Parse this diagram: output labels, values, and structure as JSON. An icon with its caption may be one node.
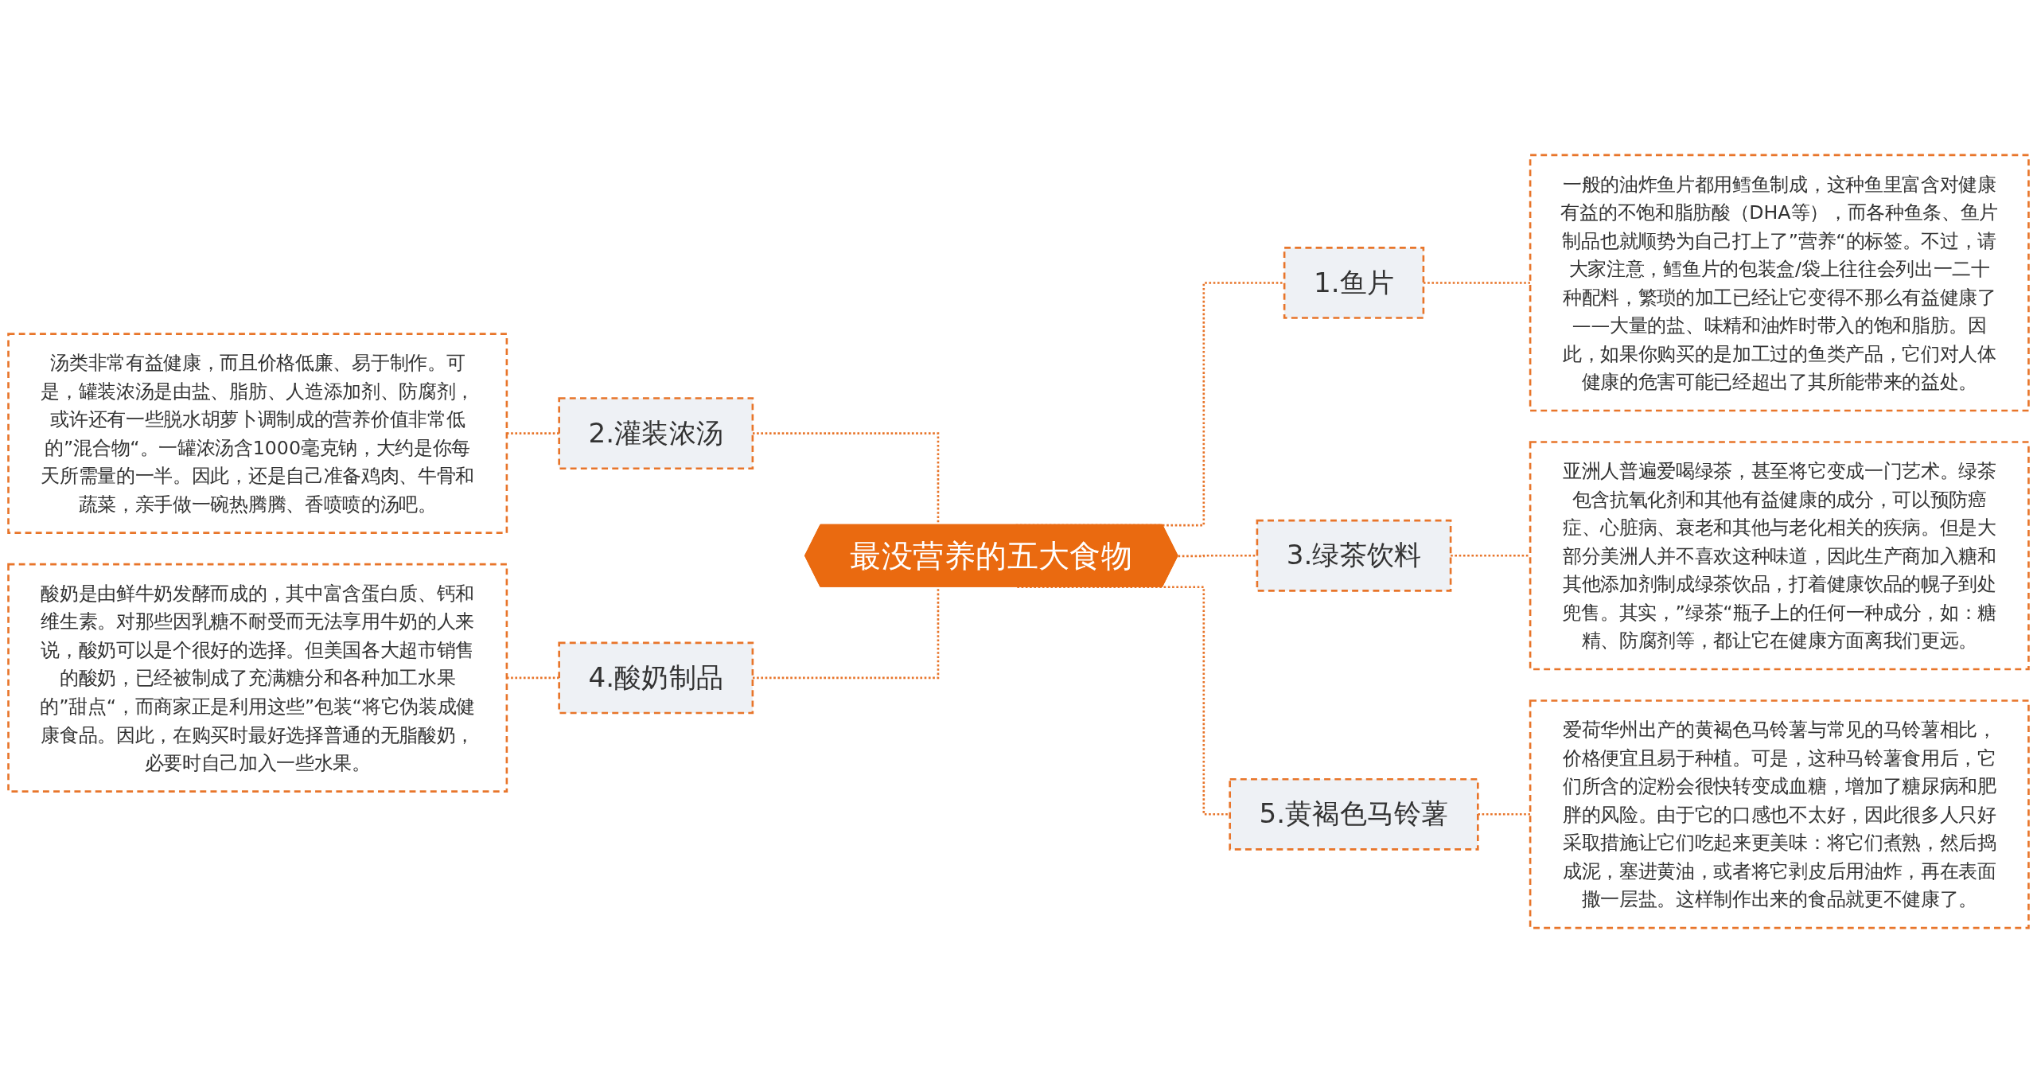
{
  "diagram": {
    "nodes": [
      {
        "text": [
          "最没营养的五大食物"
        ]
      },
      {
        "text": [
          "1.鱼片"
        ]
      },
      {
        "text": [
          "一般的油炸鱼片都用鳕鱼制成，这种鱼里富含对健康有益的不饱和脂肪酸（DHA等），而各种鱼条、鱼片制品也就顺势为自己打上了”营养“的标签。不过，请大家注意，鳕鱼片的包装盒/袋上往往会列出一二十种配料，繁琐的加工已经让它变得不那么有益健康了——大量的盐、味精和油炸时带入的饱和脂肪。因此，如果你购买的是加工过的鱼类产品，它们对人体健康的危害可能已经超出了其所能带来的益处。"
        ]
      },
      {
        "text": [
          "2.灌装浓汤"
        ]
      },
      {
        "text": [
          "汤类非常有益健康，而且价格低廉、易于制作。可是，罐装浓汤是由盐、脂肪、人造添加剂、防腐剂，或许还有一些脱水胡萝卜调制成的营养价值非常低的”混合物“。一罐浓汤含1000毫克钠，大约是你每天所需量的一半。因此，还是自己准备鸡肉、牛骨和蔬菜，亲手做一碗热腾腾、香喷喷的汤吧。"
        ]
      },
      {
        "text": [
          "3.绿茶饮料"
        ]
      },
      {
        "text": [
          "亚洲人普遍爱喝绿茶，甚至将它变成一门艺术。绿茶包含抗氧化剂和其他有益健康的成分，可以预防癌症、心脏病、衰老和其他与老化相关的疾病。但是大部分美洲人并不喜欢这种味道，因此生产商加入糖和其他添加剂制成绿茶饮品，打着健康饮品的幌子到处兜售。其实，”绿茶“瓶子上的任何一种成分，如：糖精、防腐剂等，都让它在健康方面离我们更远。"
        ]
      },
      {
        "text": [
          "4.酸奶制品"
        ]
      },
      {
        "text": [
          "酸奶是由鲜牛奶发酵而成的，其中富含蛋白质、钙和维生素。对那些因乳糖不耐受而无法享用牛奶的人来说，酸奶可以是个很好的选择。但美国各大超市销售的酸奶，已经被制成了充满糖分和各种加工水果的”甜点“，而商家正是利用这些”包装“将它伪装成健康食品。因此，在购买时最好选择普通的无脂酸奶，必要时自己加入一些水果。"
        ]
      },
      {
        "text": [
          "5.黄褐色马铃薯"
        ]
      },
      {
        "text": [
          "爱荷华州出产的黄褐色马铃薯与常见的马铃薯相比，价格便宜且易于种植。可是，这种马铃薯食用后，它们所含的淀粉会很快转变成血糖，增加了糖尿病和肥胖的风险。由于它的口感也不太好，因此很多人只好采取措施让它们吃起来更美味：将它们煮熟，然后捣成泥，塞进黄油，或者将它剥皮后用油炸，再在表面撒一层盐。这样制作出来的食品就更不健康了。"
        ]
      }
    ],
    "edges": [
      {
        "from": 0,
        "to": 1,
        "arrow": "none",
        "style": "dashed"
      },
      {
        "from": 1,
        "to": 2,
        "arrow": "none",
        "style": "dashed"
      },
      {
        "from": 3,
        "to": 0,
        "arrow": "none",
        "style": "dashed"
      },
      {
        "from": 4,
        "to": 3,
        "arrow": "none",
        "style": "dashed"
      },
      {
        "from": 0,
        "to": 5,
        "arrow": "none",
        "style": "dashed"
      },
      {
        "from": 5,
        "to": 6,
        "arrow": "none",
        "style": "dashed"
      },
      {
        "from": 7,
        "to": 0,
        "arrow": "none",
        "style": "dashed"
      },
      {
        "from": 8,
        "to": 7,
        "arrow": "none",
        "style": "dashed"
      },
      {
        "from": 0,
        "to": 9,
        "arrow": "none",
        "style": "dashed"
      },
      {
        "from": 9,
        "to": 10,
        "arrow": "none",
        "style": "dashed"
      }
    ]
  }
}
